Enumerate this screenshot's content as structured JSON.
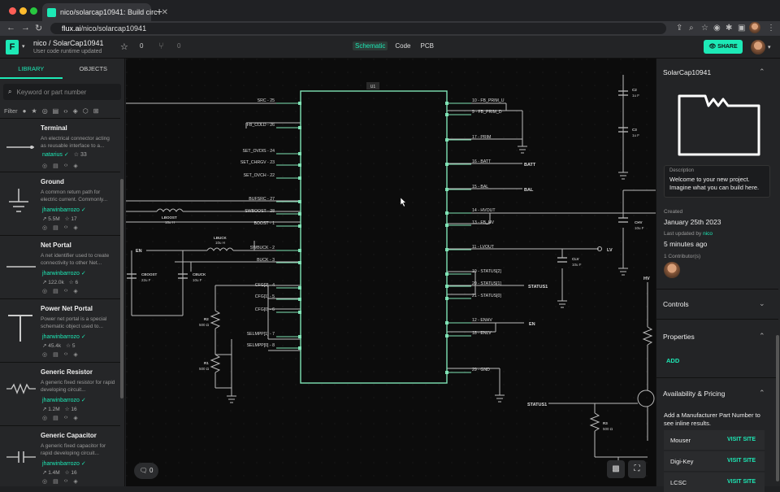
{
  "browser": {
    "tab_title": "nico/solarcap10941: Build circ",
    "url_host": "flux.ai",
    "url_path": "/nico/solarcap10941"
  },
  "app": {
    "logo_text": "F",
    "project_title": "nico / SolarCap10941",
    "project_subtitle": "User code runtime updated",
    "star_count": "0",
    "fork_count": "0",
    "modes": [
      "Schematic",
      "Code",
      "PCB"
    ],
    "share_label": "SHARE"
  },
  "left_panel": {
    "tabs": [
      "LIBRARY",
      "OBJECTS"
    ],
    "search_placeholder": "Keyword or part number",
    "filter_label": "Filter",
    "items": [
      {
        "name": "Terminal",
        "desc": "An electrical connector acting as reusable interface to a...",
        "author": "natarius",
        "stars": "33",
        "uses": ""
      },
      {
        "name": "Ground",
        "desc": "A common return path for electric current. Commonly...",
        "author": "jharwinbarrozo",
        "uses": "5.5M",
        "stars": "17"
      },
      {
        "name": "Net Portal",
        "desc": "A net identifier used to create connectivity to other Net...",
        "author": "jharwinbarrozo",
        "uses": "122.0k",
        "stars": "6"
      },
      {
        "name": "Power Net Portal",
        "desc": "Power net portal is a special schematic object used to...",
        "author": "jharwinbarrozo",
        "uses": "45.4k",
        "stars": "5"
      },
      {
        "name": "Generic Resistor",
        "desc": "A generic fixed resistor for rapid developing circuit...",
        "author": "jharwinbarrozo",
        "uses": "1.2M",
        "stars": "16"
      },
      {
        "name": "Generic Capacitor",
        "desc": "A generic fixed capacitor for rapid developing circuit...",
        "author": "jharwinbarrozo",
        "uses": "1.4M",
        "stars": "16"
      }
    ]
  },
  "schematic": {
    "ic_label": "U1",
    "left_pins": [
      "SRC - 25",
      "FB_COLD - 26",
      "SET_OVDIS - 24",
      "SET_CHRGV - 23",
      "SET_OVCH - 22",
      "BUFSRC - 27",
      "SWBOOST - 28",
      "BOOST - 1",
      "SWBUCK - 2",
      "BUCK - 3",
      "CFG[2] - 4",
      "CFG[1] - 5",
      "CFG[0] - 6",
      "SELMPP[1] - 7",
      "SELMPP[0] - 8"
    ],
    "right_pins": [
      "10 - FB_PRIM_U",
      "9 - FB_PRIM_D",
      "17 - PRIM",
      "16 - BATT",
      "15 - BAL",
      "14 - HVOUT",
      "13 - FB_HV",
      "11 - LVOUT",
      "19 - STATUS[2]",
      "20 - STATUS[1]",
      "21 - STATUS[0]",
      "12 - ENHV",
      "18 - ENLV",
      "29 - GND"
    ],
    "net_labels": {
      "batt": "BATT",
      "bal": "BAL",
      "lv": "LV",
      "status1": "STATUS1",
      "en_right": "EN",
      "en_left": "EN",
      "hv": "HV",
      "status1_b": "STATUS1"
    },
    "components": {
      "lboost": "LBOOST",
      "lboost_v": "10u H",
      "lbuck": "LBUCK",
      "lbuck_v": "10u H",
      "cboost": "CBOOST",
      "cboost_v": "22u F",
      "cbuck": "CBUCK",
      "cbuck_v": "10u F",
      "r2": "R2",
      "r2_v": "500 Ω",
      "r1": "R1",
      "r1_v": "500 Ω",
      "clv": "CLV",
      "clv_v": "10u F",
      "chv": "CHV",
      "chv_v": "10u F",
      "c2": "C2",
      "c2_v": "1u F",
      "c3": "C3",
      "c3_v": "1u F",
      "r3": "R3",
      "r3_v": "500 Ω"
    },
    "comment_count": "0"
  },
  "right_panel": {
    "title": "SolarCap10941",
    "description_label": "Description",
    "description": "Welcome to your new project. Imagine what you can build here.",
    "created_label": "Created",
    "created": "January 25th 2023",
    "updated_label": "Last updated by",
    "updated_by": "nico",
    "updated_ago": "5 minutes ago",
    "contributors": "1 Contributor(s)",
    "controls": "Controls",
    "properties": "Properties",
    "add_label": "ADD",
    "availability": "Availability & Pricing",
    "availability_note": "Add a Manufacturer Part Number to see inline results.",
    "distributors": [
      {
        "name": "Mouser",
        "action": "VISIT SITE"
      },
      {
        "name": "Digi-Key",
        "action": "VISIT SITE"
      },
      {
        "name": "LCSC",
        "action": "VISIT SITE"
      }
    ]
  }
}
